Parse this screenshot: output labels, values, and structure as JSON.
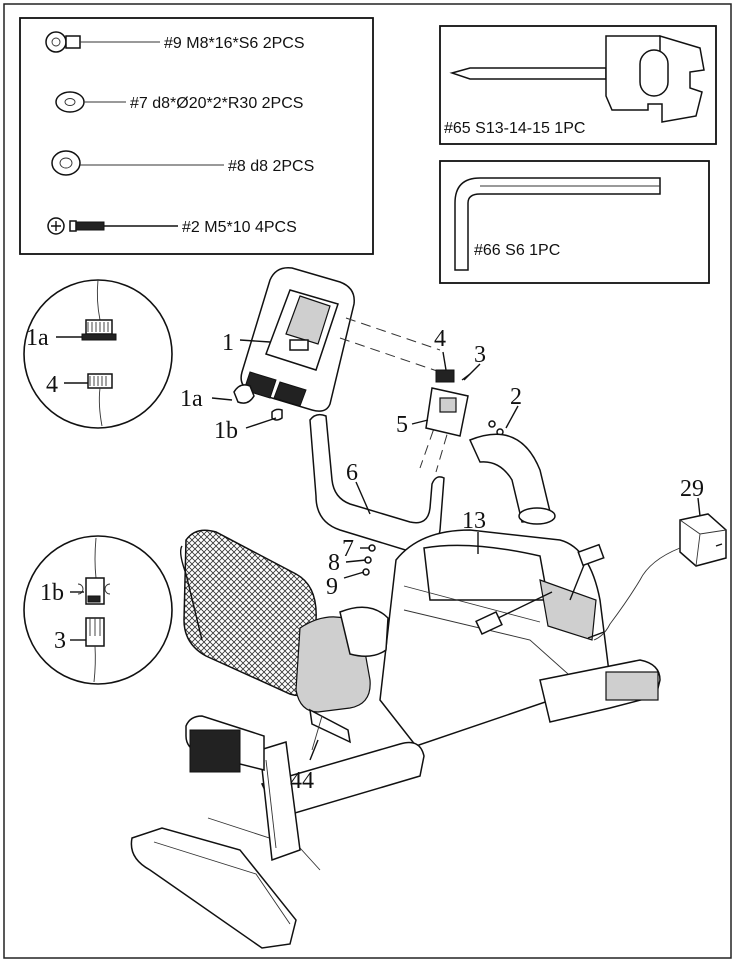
{
  "hardware_box": {
    "items": [
      {
        "label": "#9  M8*16*S6  2PCS",
        "icon": "bolt-icon"
      },
      {
        "label": "#7  d8*Ø20*2*R30  2PCS",
        "icon": "curved-washer-icon"
      },
      {
        "label": "#8  d8   2PCS",
        "icon": "flat-washer-icon"
      },
      {
        "label": "#2       M5*10  4PCS",
        "icon": "screw-icon"
      }
    ]
  },
  "tools": {
    "wrench": {
      "label": "#65  S13-14-15 1PC",
      "icon": "wrench-icon"
    },
    "allen_key": {
      "label": "#66   S6   1PC",
      "icon": "allen-key-icon"
    }
  },
  "detail_top": {
    "callouts": [
      "1a",
      "4"
    ]
  },
  "detail_bottom": {
    "callouts": [
      "1b",
      "3"
    ]
  },
  "main": {
    "callouts": {
      "c1": "1",
      "c1a": "1a",
      "c1b": "1b",
      "c4": "4",
      "c3": "3",
      "c2": "2",
      "c5": "5",
      "c6": "6",
      "c7": "7",
      "c8": "8",
      "c9": "9",
      "c13": "13",
      "c29": "29",
      "c44": "44"
    }
  }
}
